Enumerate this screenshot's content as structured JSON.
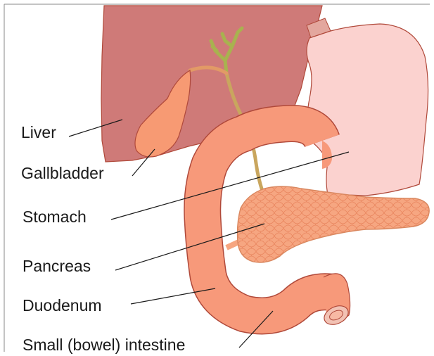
{
  "labels": {
    "liver": "Liver",
    "gallbladder": "Gallbladder",
    "stomach": "Stomach",
    "pancreas": "Pancreas",
    "duodenum": "Duodenum",
    "small_intestine": "Small (bowel) intestine"
  },
  "colors": {
    "liver": "#cf7a78",
    "stomach": "#fbd2cf",
    "gallbladder": "#f79a73",
    "bile_duct": "#c9a65e",
    "hepatic_ducts": "#a8b24f",
    "duodenum": "#f7997a",
    "pancreas": "#f6a681",
    "outline": "#b0493a",
    "frame": "#8a8a8a"
  }
}
